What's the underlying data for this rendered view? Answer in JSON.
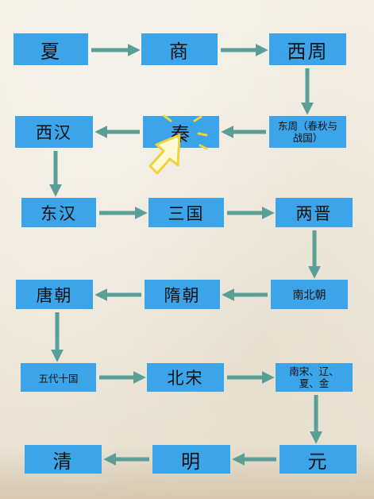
{
  "dynasties": {
    "xia": "夏",
    "shang": "商",
    "western_zhou": "西周",
    "eastern_zhou": "东周（春秋与战国）",
    "qin": "秦",
    "western_han": "西汉",
    "eastern_han": "东汉",
    "three_kingdoms": "三国",
    "jin": "两晋",
    "northern_southern": "南北朝",
    "sui": "隋朝",
    "tang": "唐朝",
    "five_dynasties": "五代十国",
    "northern_song": "北宋",
    "southern_song_liao_xia_jin": "南宋、辽、夏、金",
    "yuan": "元",
    "ming": "明",
    "qing": "清"
  },
  "colors": {
    "box": "#3ca4e8",
    "arrow": "#5b9e97",
    "highlight": "#f1d23c"
  }
}
